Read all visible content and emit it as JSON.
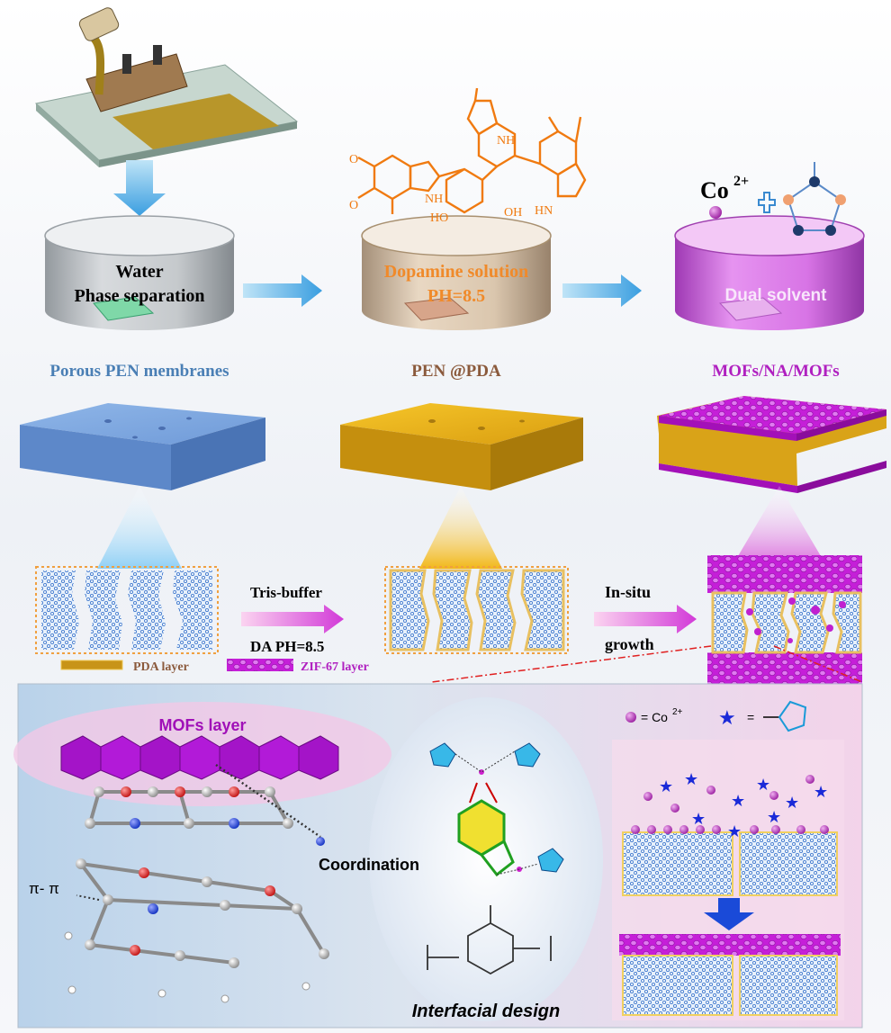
{
  "stage1": {
    "beaker_line1": "Water",
    "beaker_line2": "Phase separation",
    "caption": "Porous PEN  membranes"
  },
  "stage2": {
    "beaker_line1": "Dopamine solution",
    "beaker_line2": "PH=8.5",
    "caption": "PEN @PDA"
  },
  "stage3": {
    "ion": "Co",
    "ion_charge": "2+",
    "beaker_label": "Dual solvent",
    "caption": "MOFs/NA/MOFs"
  },
  "step1": {
    "top": "Tris-buffer",
    "bottom": "DA  PH=8.5"
  },
  "step2": {
    "top": "In-situ",
    "bottom": "growth"
  },
  "legend": {
    "pda": "PDA layer",
    "zif": "ZIF-67 layer"
  },
  "chem": {
    "nh_top": "NH",
    "nh_left": "NH",
    "ho": "HO",
    "oh": "OH",
    "hn": "HN"
  },
  "bottom_panel": {
    "mofs_layer": "MOFs layer",
    "pi_pi": "π- π",
    "coordination": "Coordination",
    "interfacial": "Interfacial design",
    "co_legend": "= Co",
    "co_legend_charge": "2+",
    "star_legend": "="
  },
  "colors": {
    "caption_pen": "#4a7fb5",
    "caption_pda": "#8b5a3c",
    "caption_mof": "#b020c0",
    "dopamine_struct": "#f07a10",
    "pda_gold": "#d8a020",
    "zif_purple": "#c020d8",
    "arrow_blue": "#4aa8e0"
  }
}
